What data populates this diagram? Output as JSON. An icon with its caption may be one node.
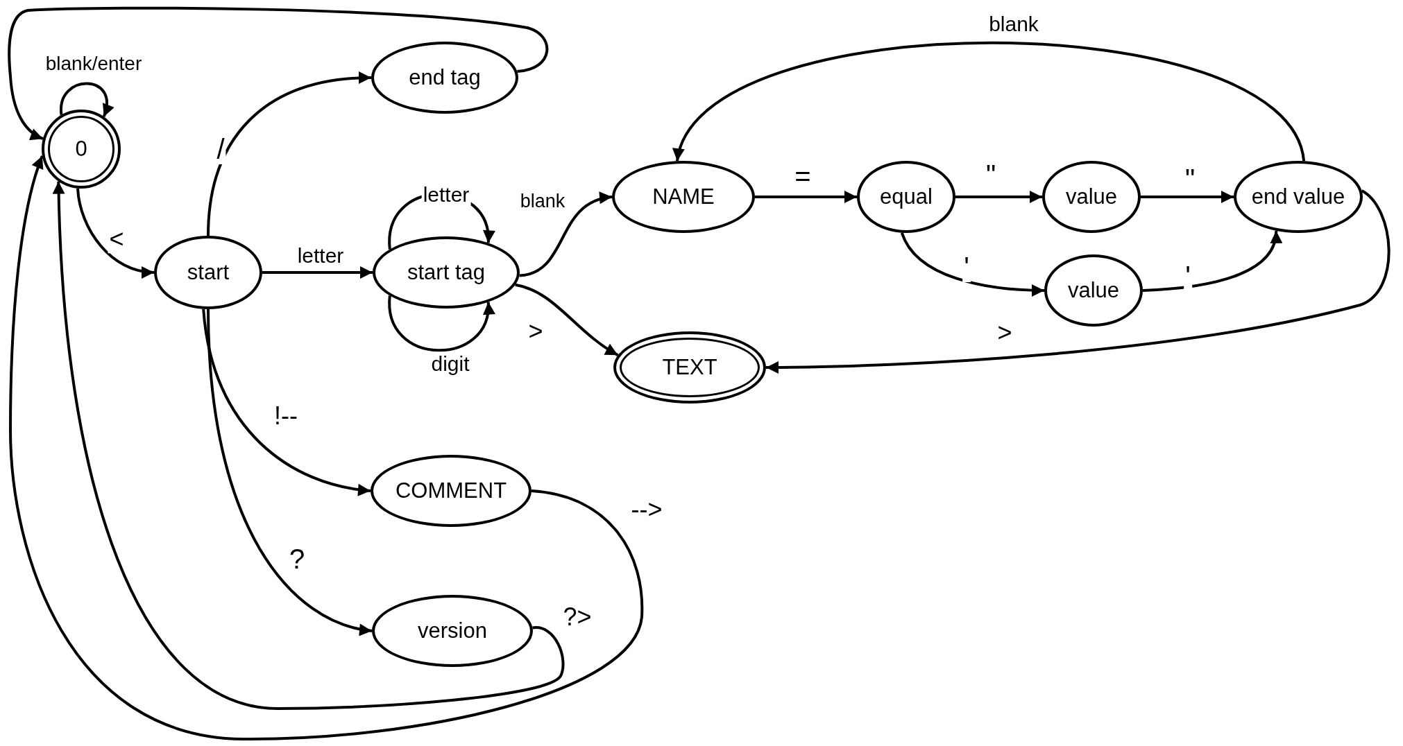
{
  "diagram": {
    "nodes": [
      {
        "text": [
          "0"
        ]
      },
      {
        "text": [
          "start"
        ]
      },
      {
        "text": [
          "end tag"
        ]
      },
      {
        "text": [
          "start tag"
        ]
      },
      {
        "text": [
          "NAME"
        ]
      },
      {
        "text": [
          "equal"
        ]
      },
      {
        "text": [
          "value"
        ]
      },
      {
        "text": [
          "end value"
        ]
      },
      {
        "text": [
          "value"
        ]
      },
      {
        "text": [
          "TEXT"
        ]
      },
      {
        "text": [
          "COMMENT"
        ]
      },
      {
        "text": [
          "version"
        ]
      }
    ],
    "edges": [
      {
        "from": 0,
        "to": 0,
        "arrow": "to",
        "label": "blank/enter"
      },
      {
        "from": 0,
        "to": 1,
        "arrow": "to",
        "label": "<"
      },
      {
        "from": 1,
        "to": 2,
        "arrow": "to",
        "label": "/"
      },
      {
        "from": 2,
        "to": 0,
        "arrow": "to"
      },
      {
        "from": 1,
        "to": 3,
        "arrow": "to",
        "label": "letter"
      },
      {
        "from": 3,
        "to": 3,
        "arrow": "to",
        "label": "letter"
      },
      {
        "from": 3,
        "to": 3,
        "arrow": "to",
        "label": "digit"
      },
      {
        "from": 3,
        "to": 4,
        "arrow": "to",
        "label": "blank"
      },
      {
        "from": 3,
        "to": 9,
        "arrow": "to",
        "label": ">"
      },
      {
        "from": 4,
        "to": 5,
        "arrow": "to",
        "label": "="
      },
      {
        "from": 5,
        "to": 6,
        "arrow": "to",
        "label": "\""
      },
      {
        "from": 6,
        "to": 7,
        "arrow": "to",
        "label": "\""
      },
      {
        "from": 5,
        "to": 8,
        "arrow": "to",
        "label": "'"
      },
      {
        "from": 8,
        "to": 7,
        "arrow": "to",
        "label": "'"
      },
      {
        "from": 7,
        "to": 4,
        "arrow": "to",
        "label": "blank"
      },
      {
        "from": 7,
        "to": 9,
        "arrow": "to",
        "label": ">"
      },
      {
        "from": 1,
        "to": 10,
        "arrow": "to",
        "label": "!--"
      },
      {
        "from": 1,
        "to": 11,
        "arrow": "to",
        "label": "?"
      },
      {
        "from": 10,
        "to": 0,
        "arrow": "to",
        "label": "-->"
      },
      {
        "from": 11,
        "to": 0,
        "arrow": "to",
        "label": "?>"
      }
    ]
  }
}
